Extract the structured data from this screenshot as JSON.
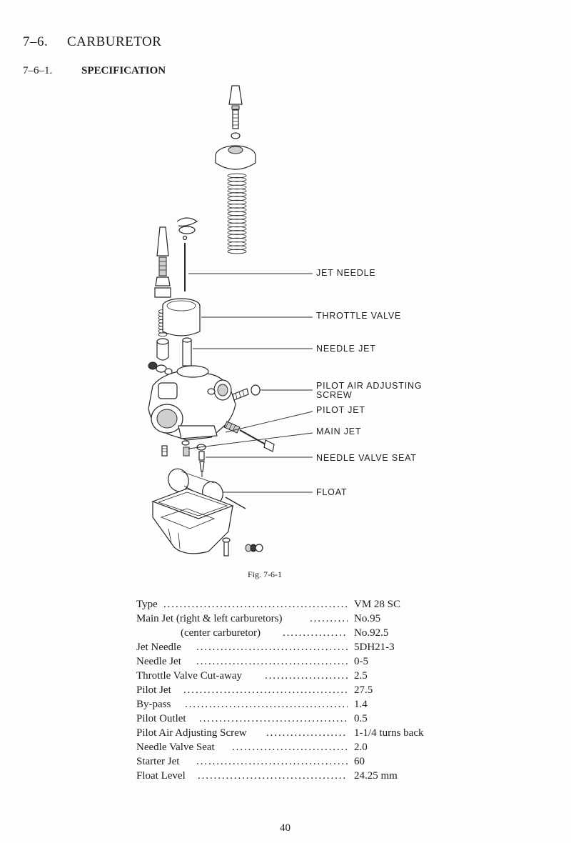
{
  "section": {
    "number": "7–6.",
    "title": "CARBURETOR"
  },
  "subsection": {
    "number": "7–6–1.",
    "title": "SPECIFICATION"
  },
  "callouts": {
    "jet_needle": "JET NEEDLE",
    "throttle_valve": "THROTTLE VALVE",
    "needle_jet": "NEEDLE JET",
    "pilot_air_line1": "PILOT AIR ADJUSTING",
    "pilot_air_line2": "SCREW",
    "pilot_jet": "PILOT JET",
    "main_jet": "MAIN JET",
    "needle_valve_seat": "NEEDLE VALVE SEAT",
    "float": "FLOAT"
  },
  "figure_caption": "Fig. 7-6-1",
  "specs": [
    {
      "label": "Type",
      "value": "VM 28 SC"
    },
    {
      "label": "Main Jet (right & left carburetors)",
      "value": "No.95"
    },
    {
      "label": "(center carburetor)",
      "value": "No.92.5"
    },
    {
      "label": "Jet Needle",
      "value": "5DH21-3"
    },
    {
      "label": "Needle Jet",
      "value": "0-5"
    },
    {
      "label": "Throttle Valve Cut-away",
      "value": "2.5"
    },
    {
      "label": "Pilot Jet",
      "value": "27.5"
    },
    {
      "label": "By-pass",
      "value": "1.4"
    },
    {
      "label": "Pilot Outlet",
      "value": "0.5"
    },
    {
      "label": "Pilot Air Adjusting Screw",
      "value": "1-1/4 turns back"
    },
    {
      "label": "Needle Valve Seat",
      "value": "2.0"
    },
    {
      "label": "Starter Jet",
      "value": "60"
    },
    {
      "label": "Float Level",
      "value": "24.25 mm"
    }
  ],
  "page_number": "40"
}
